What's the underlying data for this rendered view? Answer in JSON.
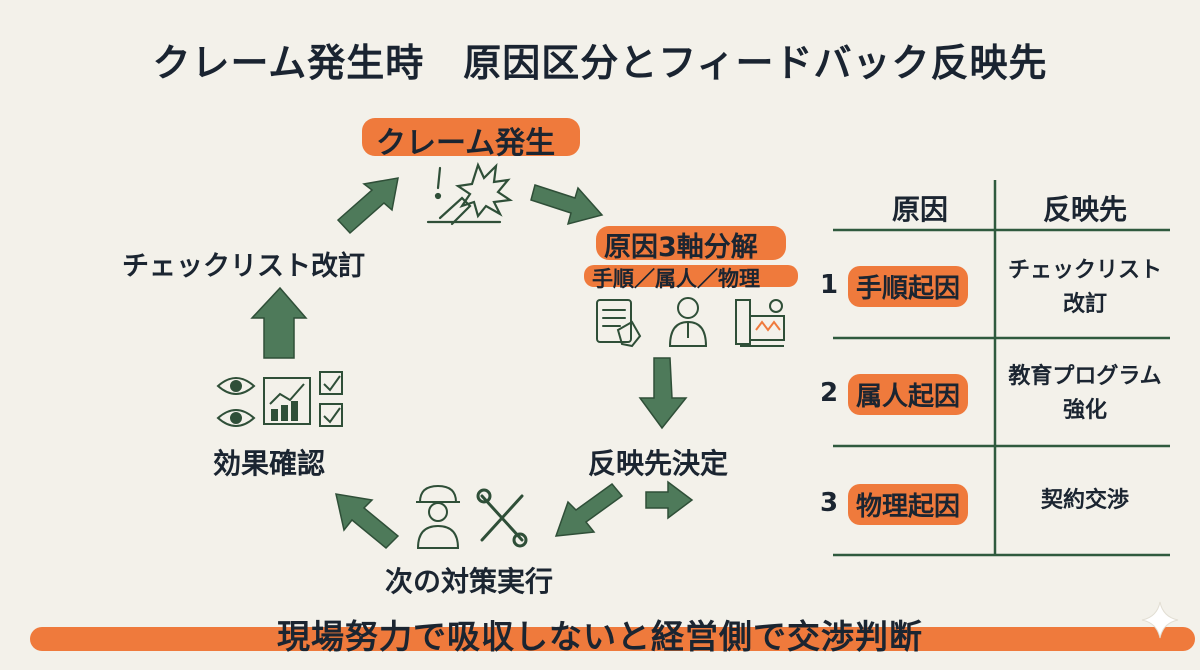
{
  "title": "クレーム発生時　原因区分とフィードバック反映先",
  "cycle": {
    "claim": "クレーム発生",
    "decompose": "原因3軸分解",
    "decompose_sub": "手順／属人／物理",
    "decide": "反映先決定",
    "execute": "次の対策実行",
    "verify": "効果確認",
    "revise": "チェックリスト改訂"
  },
  "table": {
    "header_cause": "原因",
    "header_target": "反映先",
    "rows": [
      {
        "num": "1",
        "cause": "手順起因",
        "target_line1": "チェックリスト",
        "target_line2": "改訂"
      },
      {
        "num": "2",
        "cause": "属人起因",
        "target_line1": "教育プログラム",
        "target_line2": "強化"
      },
      {
        "num": "3",
        "cause": "物理起因",
        "target_line1": "契約交渉",
        "target_line2": ""
      }
    ]
  },
  "bottom_message": "現場努力で吸収しないと経営側で交渉判断",
  "colors": {
    "accent": "#ef7a3c",
    "arrow_green": "#4e7a5a",
    "line_green": "#2f5a3e",
    "text": "#1b2531",
    "background": "#f3f1ea"
  }
}
